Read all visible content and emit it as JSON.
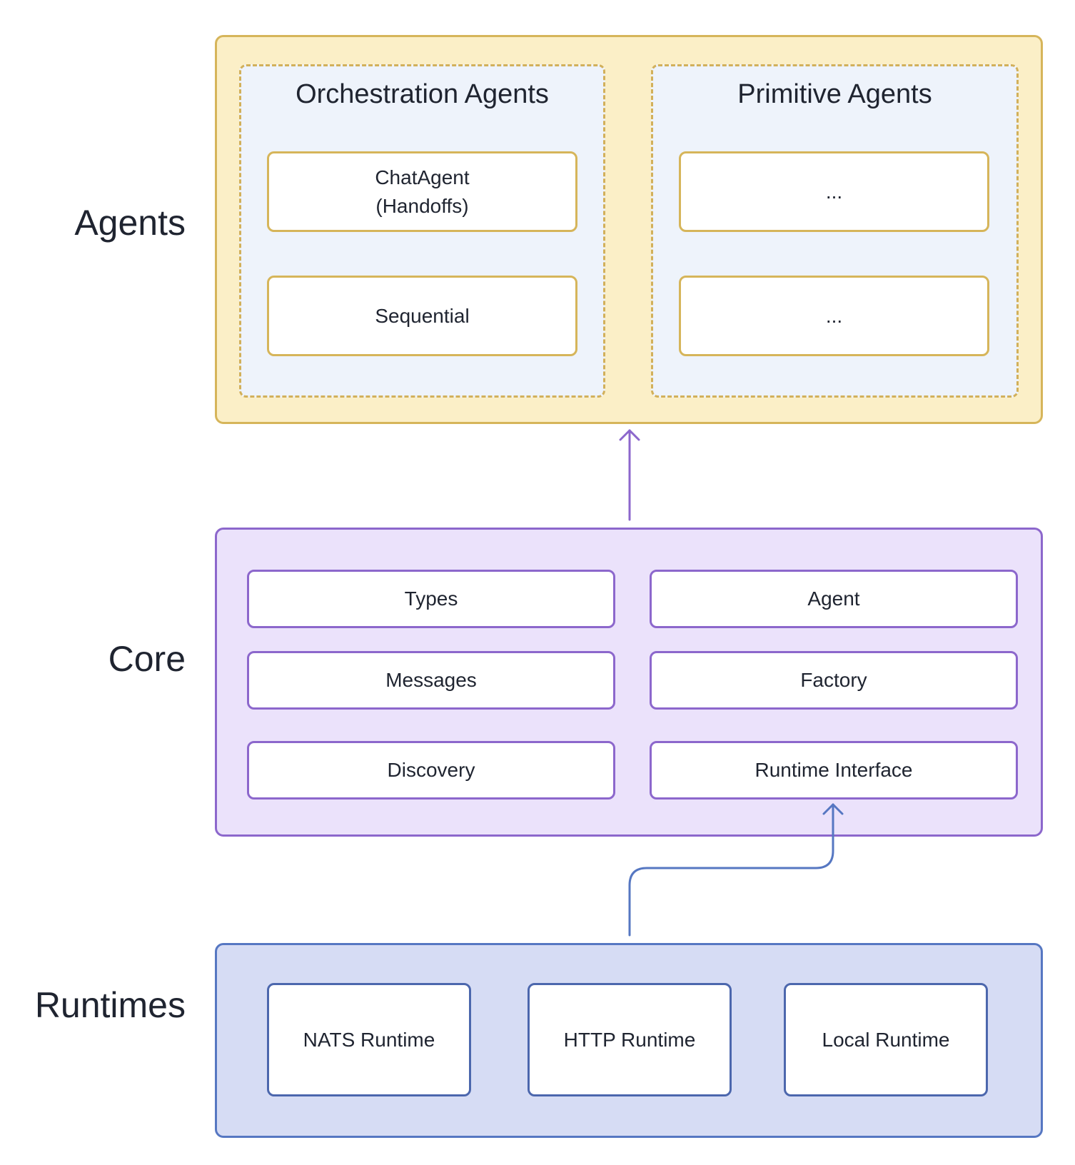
{
  "layers": {
    "agents": {
      "label": "Agents",
      "groups": {
        "orchestration": {
          "title": "Orchestration Agents",
          "items": [
            "ChatAgent\n(Handoffs)",
            "Sequential"
          ]
        },
        "primitive": {
          "title": "Primitive Agents",
          "items": [
            "...",
            "..."
          ]
        }
      }
    },
    "core": {
      "label": "Core",
      "items": [
        "Types",
        "Agent",
        "Messages",
        "Factory",
        "Discovery",
        "Runtime Interface"
      ]
    },
    "runtimes": {
      "label": "Runtimes",
      "items": [
        "NATS Runtime",
        "HTTP Runtime",
        "Local Runtime"
      ]
    }
  },
  "colors": {
    "agents_fill": "#fbefc7",
    "agents_border": "#d6b55a",
    "group_fill": "#eef3fb",
    "core_fill": "#ebe2fb",
    "core_border": "#8c67cc",
    "runtimes_fill": "#d6dcf4",
    "runtimes_border": "#5677c2",
    "arrow_core_to_agents": "#8c67cc",
    "arrow_runtimes_to_core": "#5677c2"
  }
}
